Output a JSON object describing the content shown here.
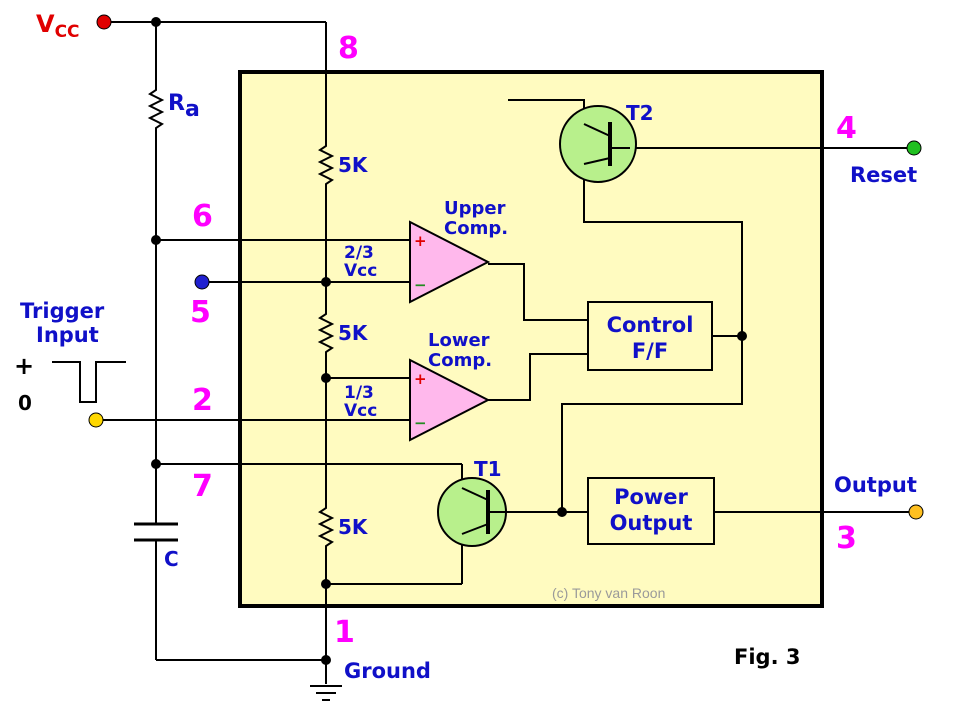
{
  "labels": {
    "vcc_main": "V",
    "vcc_sub": "CC",
    "ra_main": "R",
    "ra_sub": "a",
    "cap": "C",
    "trigger_line1": "Trigger",
    "trigger_line2": "Input",
    "trigger_plus": "+",
    "trigger_zero": "0",
    "ground": "Ground",
    "reset": "Reset",
    "output": "Output",
    "fig": "Fig. 3",
    "copyright": "(c) Tony van Roon",
    "r_top": "5K",
    "r_mid": "5K",
    "r_bot": "5K",
    "upper_comp_1": "Upper",
    "upper_comp_2": "Comp.",
    "lower_comp_1": "Lower",
    "lower_comp_2": "Comp.",
    "ref_upper_1": "2/3",
    "ref_upper_2": "Vcc",
    "ref_lower_1": "1/3",
    "ref_lower_2": "Vcc",
    "control_1": "Control",
    "control_2": "F/F",
    "power_1": "Power",
    "power_2": "Output",
    "t1": "T1",
    "t2": "T2",
    "comp_plus": "+",
    "comp_minus": "−"
  },
  "pins": {
    "p8": "8",
    "p6": "6",
    "p5": "5",
    "p2": "2",
    "p7": "7",
    "p1": "1",
    "p4": "4",
    "p3": "3"
  },
  "colors": {
    "chip_fill": "#FFFBC0",
    "pin_number": "#FF00FF",
    "label_blue": "#1010C8",
    "vcc_red": "#E00000",
    "comparator_fill": "#FFB8EC",
    "transistor_fill": "#B8F08C",
    "reset_green": "#20C020",
    "trigger_yellow": "#FFD800",
    "output_orange": "#FFC020",
    "pin5_blue": "#2020D0"
  }
}
